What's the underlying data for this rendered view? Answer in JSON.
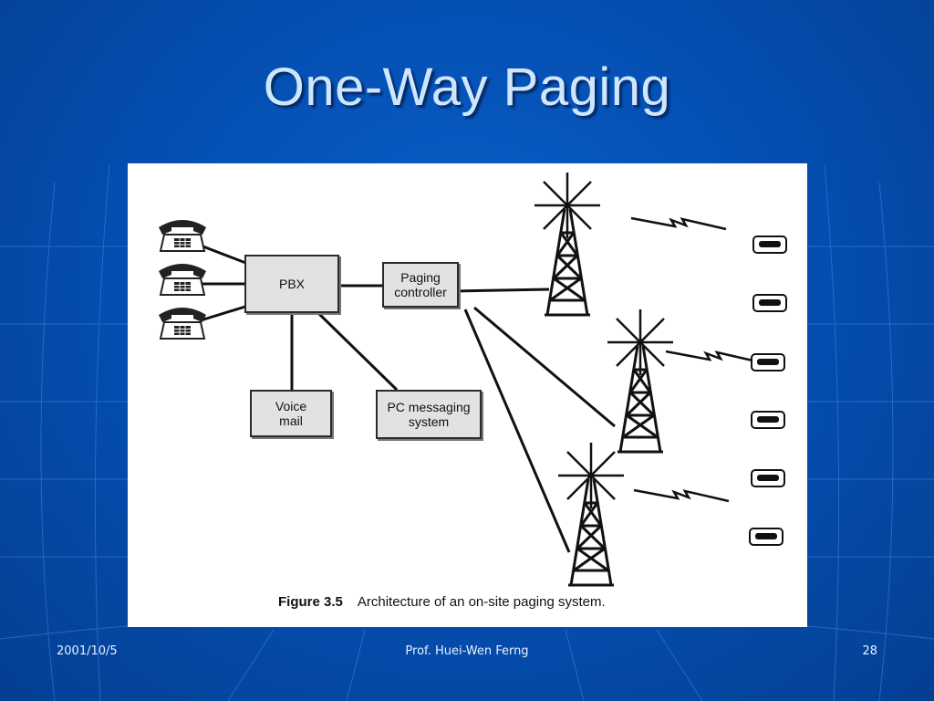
{
  "slide": {
    "title": "One-Way Paging",
    "footer": {
      "date": "2001/10/5",
      "author": "Prof. Huei-Wen Ferng",
      "page": "28"
    }
  },
  "figure": {
    "boxes": {
      "pbx": "PBX",
      "paging_controller": "Paging\ncontroller",
      "voice_mail": "Voice\nmail",
      "pc_messaging": "PC messaging\nsystem"
    },
    "caption": {
      "number": "Figure 3.5",
      "text": "Architecture of an on-site paging system."
    },
    "icons": {
      "telephones": 3,
      "towers": 3,
      "pagers": 6
    },
    "colors": {
      "background": "#0550b4",
      "title": "#cfe6ff",
      "box_fill": "#e2e2e2"
    }
  }
}
